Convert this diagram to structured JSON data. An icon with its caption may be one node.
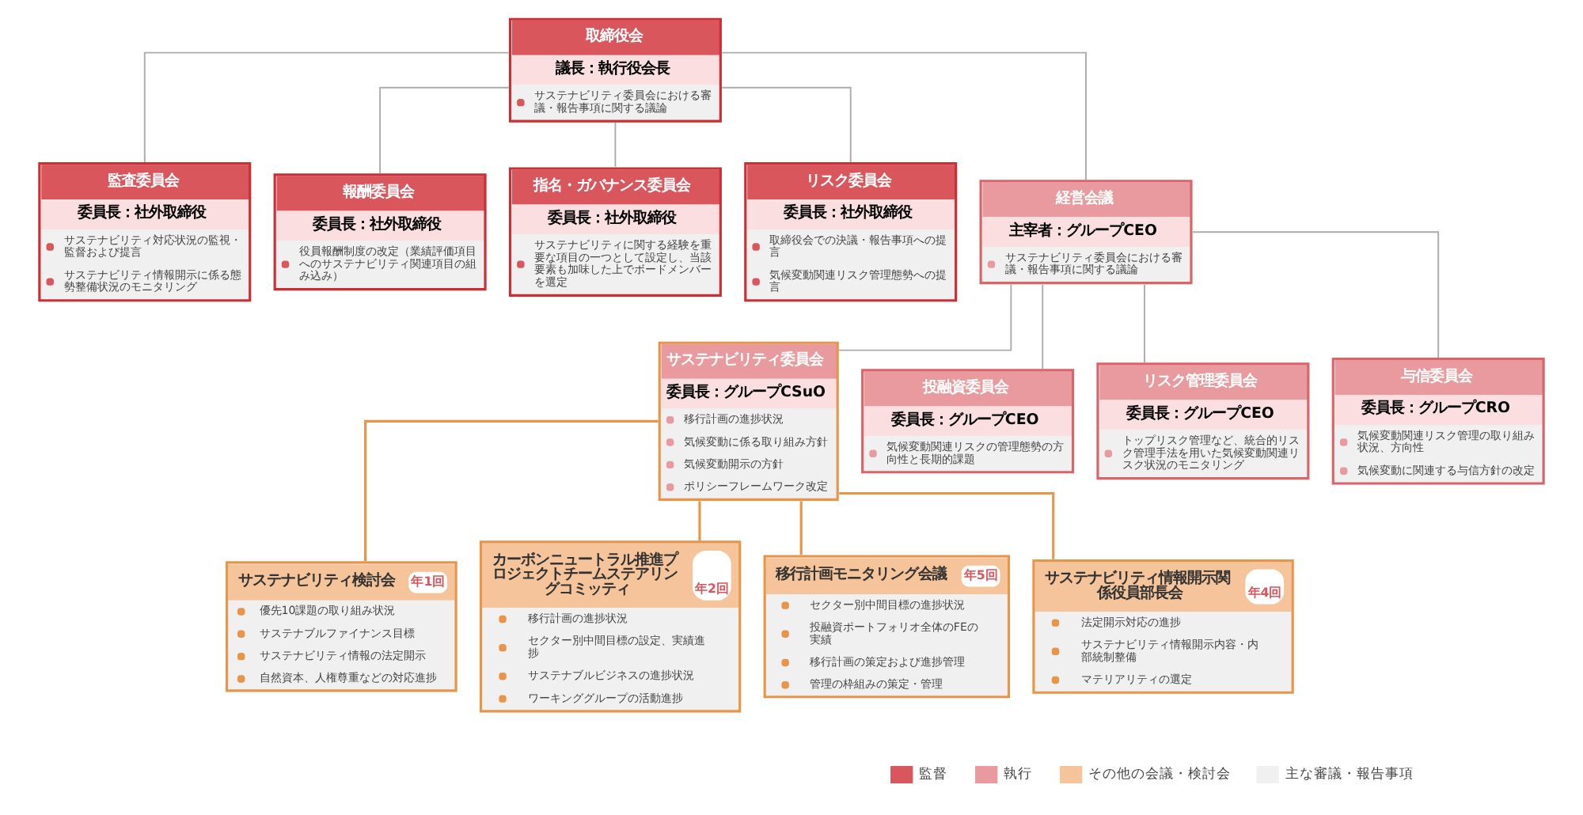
{
  "diagram": {
    "nodes": [
      {
        "text": [
          "取締役会",
          "議長：執行役会長",
          "サステナビリティ委員会における審議・報告事項に関する議論"
        ]
      },
      {
        "text": [
          "監査委員会",
          "委員長：社外取締役",
          "サステナビリティ対応状況の監視・監督および提言",
          "サステナビリティ情報開示に係る態勢整備状況のモニタリング"
        ]
      },
      {
        "text": [
          "報酬委員会",
          "委員長：社外取締役",
          "役員報酬制度の改定（業績評価項目へのサステナビリティ関連項目の組み込み）"
        ]
      },
      {
        "text": [
          "指名・ガバナンス委員会",
          "委員長：社外取締役",
          "サステナビリティに関する経験を重要な項目の一つとして設定し、当該要素も加味した上でボードメンバーを選定"
        ]
      },
      {
        "text": [
          "リスク委員会",
          "委員長：社外取締役",
          "取締役会での決議・報告事項への提言",
          "気候変動関連リスク管理態勢への提言"
        ]
      },
      {
        "text": [
          "経営会議",
          "主宰者：グループCEO",
          "サステナビリティ委員会における審議・報告事項に関する議論"
        ]
      },
      {
        "text": [
          "サステナビリティ委員会",
          "委員長：グループCSuO",
          "移行計画の進捗状況",
          "気候変動に係る取り組み方針",
          "気候変動開示の方針",
          "ポリシーフレームワーク改定"
        ]
      },
      {
        "text": [
          "投融資委員会",
          "委員長：グループCEO",
          "気候変動関連リスクの管理態勢の方向性と長期的課題"
        ]
      },
      {
        "text": [
          "リスク管理委員会",
          "委員長：グループCEO",
          "トップリスク管理など、統合的リスク管理手法を用いた気候変動関連リスク状況のモニタリング"
        ]
      },
      {
        "text": [
          "与信委員会",
          "委員長：グループCRO",
          "気候変動関連リスク管理の取り組み状況、方向性",
          "気候変動に関連する与信方針の改定"
        ]
      },
      {
        "text": [
          "サステナビリティ検討会",
          "年1回",
          "優先10課題の取り組み状況",
          "サステナブルファイナンス目標",
          "サステナビリティ情報の法定開示",
          "自然資本、人権尊重などの対応進捗"
        ]
      },
      {
        "text": [
          "カーボンニュートラル推進プロジェクトチームステアリングコミッティ",
          "年2回",
          "移行計画の進捗状況",
          "セクター別中間目標の設定、実績進捗",
          "サステナブルビジネスの進捗状況",
          "ワーキンググループの活動進捗"
        ]
      },
      {
        "text": [
          "移行計画モニタリング会議",
          "年5回",
          "セクター別中間目標の進捗状況",
          "投融資ポートフォリオ全体のFEの実績",
          "移行計画の策定および進捗管理",
          "管理の枠組みの策定・管理"
        ]
      },
      {
        "text": [
          "サステナビリティ情報開示関係役員部長会",
          "年4回",
          "法定開示対応の進捗",
          "サステナビリティ情報開示内容・内部統制整備",
          "マテリアリティの選定"
        ]
      }
    ],
    "edges": [
      {
        "from": 0,
        "to": 1,
        "arrow": "none"
      },
      {
        "from": 0,
        "to": 2,
        "arrow": "none"
      },
      {
        "from": 0,
        "to": 3,
        "arrow": "none"
      },
      {
        "from": 0,
        "to": 4,
        "arrow": "none"
      },
      {
        "from": 0,
        "to": 5,
        "arrow": "none"
      },
      {
        "from": 5,
        "to": 6,
        "arrow": "none"
      },
      {
        "from": 5,
        "to": 7,
        "arrow": "none"
      },
      {
        "from": 5,
        "to": 8,
        "arrow": "none"
      },
      {
        "from": 5,
        "to": 9,
        "arrow": "none"
      },
      {
        "from": 6,
        "to": 10,
        "arrow": "none",
        "color": "#e8954a"
      },
      {
        "from": 6,
        "to": 11,
        "arrow": "none",
        "color": "#e8954a"
      },
      {
        "from": 6,
        "to": 12,
        "arrow": "none",
        "color": "#e8954a"
      },
      {
        "from": 6,
        "to": 13,
        "arrow": "none",
        "color": "#e8954a"
      }
    ],
    "legend": [
      {
        "text": "監督",
        "color": "#d9565c"
      },
      {
        "text": "執行",
        "color": "#e89a9e"
      },
      {
        "text": "その他の会議・検討会",
        "color": "#f5c49a"
      },
      {
        "text": "主な審議・報告事項",
        "color": "#f0f0f0"
      }
    ]
  }
}
